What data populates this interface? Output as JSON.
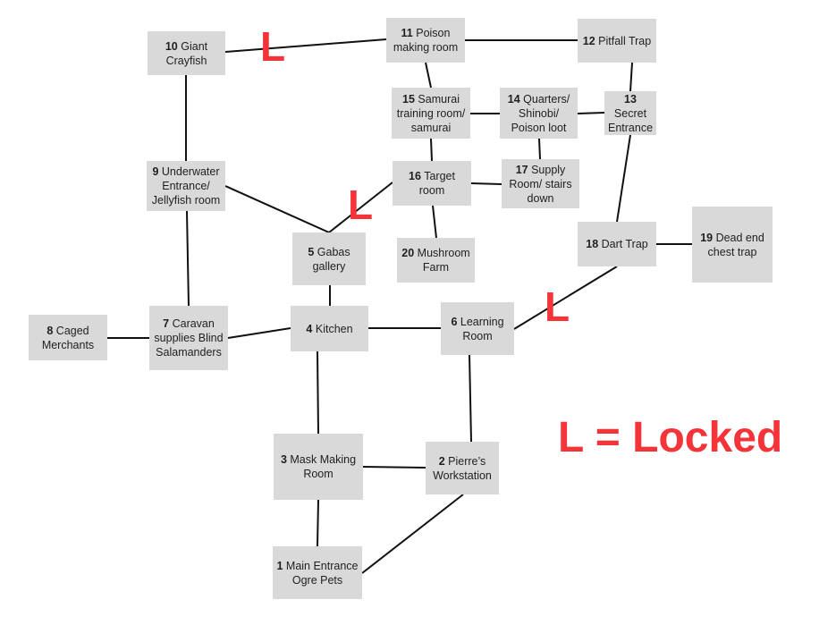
{
  "rooms": {
    "r1": {
      "num": "1",
      "name": "Main Entrance Ogre Pets"
    },
    "r2": {
      "num": "2",
      "name": "Pierre’s Workstation"
    },
    "r3": {
      "num": "3",
      "name": "Mask Making Room"
    },
    "r4": {
      "num": "4",
      "name": "Kitchen"
    },
    "r5": {
      "num": "5",
      "name": "Gabas gallery"
    },
    "r6": {
      "num": "6",
      "name": "Learning Room"
    },
    "r7": {
      "num": "7",
      "name": "Caravan supplies Blind Salamanders"
    },
    "r8": {
      "num": "8",
      "name": "Caged Merchants"
    },
    "r9": {
      "num": "9",
      "name": "Underwater Entrance/ Jellyfish room"
    },
    "r10": {
      "num": "10",
      "name": "Giant Crayfish"
    },
    "r11": {
      "num": "11",
      "name": "Poison making room"
    },
    "r12": {
      "num": "12",
      "name": "Pitfall Trap"
    },
    "r13": {
      "num": "13",
      "name": "Secret Entrance"
    },
    "r14": {
      "num": "14",
      "name": "Quarters/ Shinobi/ Poison loot"
    },
    "r15": {
      "num": "15",
      "name": "Samurai training room/ samurai"
    },
    "r16": {
      "num": "16",
      "name": "Target room"
    },
    "r17": {
      "num": "17",
      "name": "Supply Room/ stairs down"
    },
    "r18": {
      "num": "18",
      "name": "Dart Trap"
    },
    "r19": {
      "num": "19",
      "name": "Dead end chest trap"
    },
    "r20": {
      "num": "20",
      "name": "Mushroom Farm"
    }
  },
  "connections": [
    {
      "from": "r10",
      "to": "r11",
      "locked": true
    },
    {
      "from": "r11",
      "to": "r12",
      "locked": false
    },
    {
      "from": "r11",
      "to": "r15",
      "locked": false
    },
    {
      "from": "r12",
      "to": "r13",
      "locked": false
    },
    {
      "from": "r15",
      "to": "r14",
      "locked": false
    },
    {
      "from": "r14",
      "to": "r13",
      "locked": false
    },
    {
      "from": "r15",
      "to": "r16",
      "locked": false
    },
    {
      "from": "r14",
      "to": "r17",
      "locked": false
    },
    {
      "from": "r16",
      "to": "r17",
      "locked": false
    },
    {
      "from": "r16",
      "to": "r20",
      "locked": false
    },
    {
      "from": "r16",
      "to": "r5",
      "locked": true
    },
    {
      "from": "r10",
      "to": "r9",
      "locked": false
    },
    {
      "from": "r9",
      "to": "r5",
      "locked": false
    },
    {
      "from": "r9",
      "to": "r7",
      "locked": false
    },
    {
      "from": "r13",
      "to": "r18",
      "locked": false
    },
    {
      "from": "r18",
      "to": "r19",
      "locked": false
    },
    {
      "from": "r18",
      "to": "r6",
      "locked": true
    },
    {
      "from": "r5",
      "to": "r4",
      "locked": false
    },
    {
      "from": "r8",
      "to": "r7",
      "locked": false
    },
    {
      "from": "r7",
      "to": "r4",
      "locked": false
    },
    {
      "from": "r4",
      "to": "r6",
      "locked": false
    },
    {
      "from": "r4",
      "to": "r3",
      "locked": false
    },
    {
      "from": "r6",
      "to": "r2",
      "locked": false
    },
    {
      "from": "r3",
      "to": "r2",
      "locked": false
    },
    {
      "from": "r3",
      "to": "r1",
      "locked": false
    },
    {
      "from": "r2",
      "to": "r1",
      "locked": false
    }
  ],
  "lock_marker": "L",
  "legend": {
    "text": "L = Locked"
  },
  "colors": {
    "room_fill": "#d9d9d9",
    "edge": "#111111",
    "lock": "#f5343a"
  }
}
